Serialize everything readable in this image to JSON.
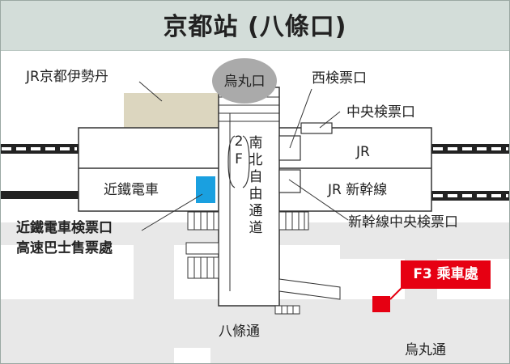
{
  "title": "京都站 (八條口)",
  "labels": {
    "jr_kyoto_isetan": "JR京都伊勢丹",
    "karasuma_exit": "烏丸口",
    "west_gate": "西検票口",
    "central_gate": "中央検票口",
    "jr": "JR",
    "jr_shinkansen": "JR 新幹線",
    "kintetsu": "近鐵電車",
    "shinkansen_central_gate": "新幹線中央検票口",
    "passage_vertical": "南北自由通道",
    "passage_floor": "2F",
    "kintetsu_gate_line1": "近鐵電車検票口",
    "kintetsu_gate_line2": "高速巴士售票處",
    "hachijo_street": "八條通",
    "karasuma_street": "烏丸通"
  },
  "badge": {
    "label": "F3 乘車處",
    "color": "#e60012"
  },
  "colors": {
    "header": "#d3ddd9",
    "road": "#e8e8e8",
    "building_fill": "#ffffff",
    "isetan": "#dcd6bf",
    "exit_oval": "#aaaaaa",
    "kintetsu_gate": "#1aa0e0",
    "pickup_marker": "#e60012"
  }
}
